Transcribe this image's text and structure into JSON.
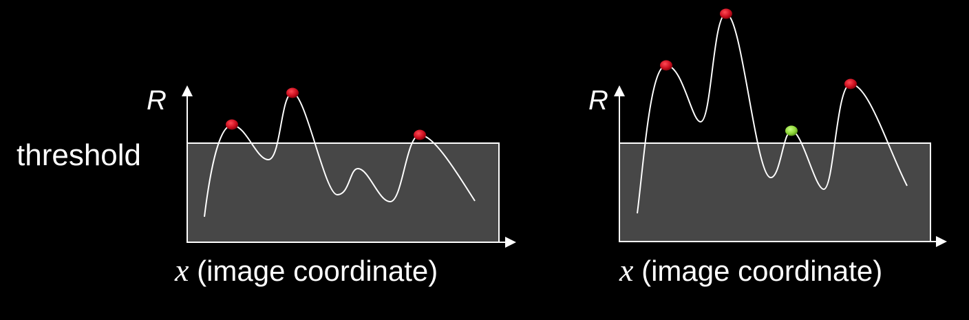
{
  "labels": {
    "y_axis": "R",
    "threshold": "threshold",
    "x_axis_var": "x",
    "x_axis_desc": "(image coordinate)"
  },
  "colors": {
    "background": "#000000",
    "below_threshold_fill": "#474747",
    "curve": "#ffffff",
    "maxima_point": "#cc1020",
    "non_max_point": "#8fd63a"
  },
  "panels": [
    {
      "name": "left-panel",
      "peak_colors": [
        "red",
        "red",
        "red"
      ]
    },
    {
      "name": "right-panel",
      "peak_colors": [
        "red",
        "red",
        "green",
        "red"
      ]
    }
  ]
}
